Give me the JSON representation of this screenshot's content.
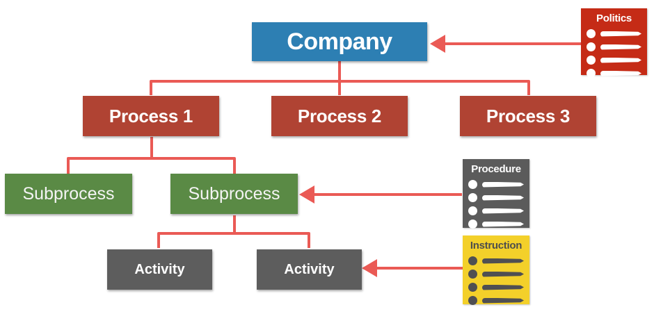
{
  "diagram": {
    "company": {
      "label": "Company"
    },
    "processes": [
      {
        "label": "Process 1"
      },
      {
        "label": "Process 2"
      },
      {
        "label": "Process 3"
      }
    ],
    "subprocesses": [
      {
        "label": "Subprocess"
      },
      {
        "label": "Subprocess"
      }
    ],
    "activities": [
      {
        "label": "Activity"
      },
      {
        "label": "Activity"
      }
    ],
    "documents": {
      "politics": {
        "title": "Politics",
        "lines": 4,
        "points_to": "Company"
      },
      "procedure": {
        "title": "Procedure",
        "lines": 4,
        "points_to": "Subprocess"
      },
      "instruction": {
        "title": "Instruction",
        "lines": 4,
        "points_to": "Activity"
      }
    },
    "colors": {
      "company": "#2d7fb3",
      "process": "#b04333",
      "subprocess": "#5a8a45",
      "activity": "#5d5d5d",
      "connector": "#ea5a55",
      "politics": "#c52b16",
      "procedure": "#5b5b5b",
      "instruction": "#f3d02a"
    }
  }
}
